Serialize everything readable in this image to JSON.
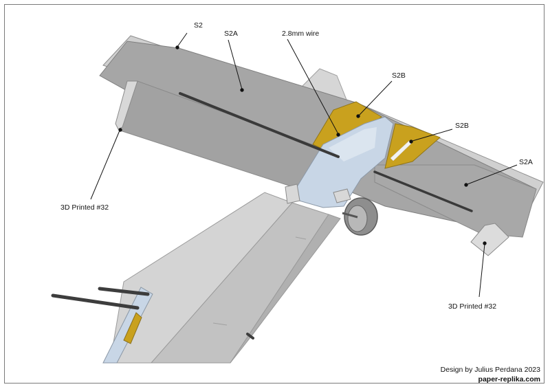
{
  "labels": {
    "s2": "S2",
    "s2a_left": "S2A",
    "wire": "2.8mm wire",
    "s2b_top": "S2B",
    "s2b_right": "S2B",
    "s2a_right": "S2A",
    "printed_left": "3D Printed #32",
    "printed_right": "3D Printed #32"
  },
  "credit": {
    "line1": "Design by Julius Perdana 2023",
    "line2": "paper-replika.com"
  },
  "colors": {
    "wing": "#a6a6a6",
    "wing_edge": "#d2d2d2",
    "fuselage": "#c9c9c9",
    "nose_blue": "#c8d6e6",
    "reinforcement": "#c9a11e",
    "spar": "#3a3a3a"
  }
}
